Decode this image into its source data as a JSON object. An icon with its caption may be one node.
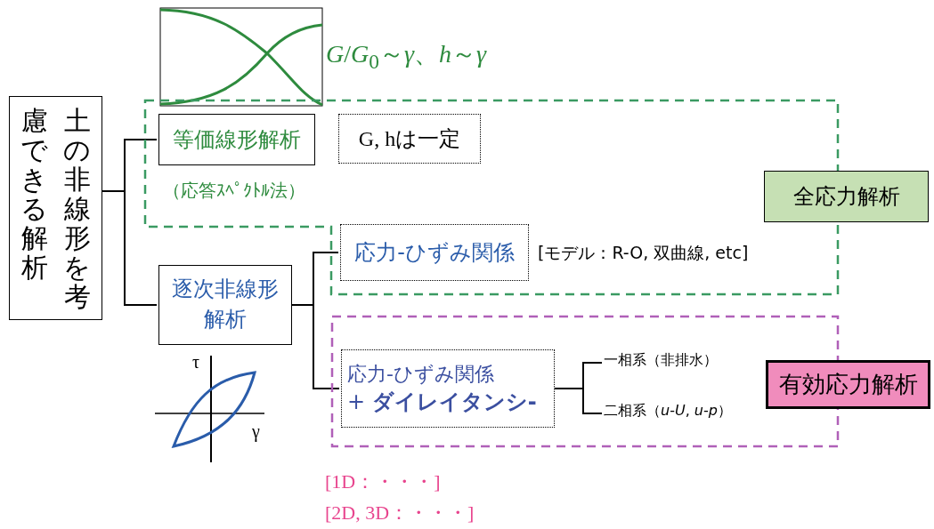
{
  "diagram": {
    "nodes": [
      {
        "text": [
          "土の非線形を考慮できる解析"
        ]
      },
      {
        "text": [],
        "shape": "box"
      },
      {
        "text": [
          "等価線形解析"
        ],
        "in": 1,
        "beside": [
          "（応答ｽﾍﾟｸﾄﾙ法）"
        ]
      },
      {
        "text": [
          "G, hは一定"
        ],
        "in": 1
      },
      {
        "text": [
          "逐次非線形解析"
        ]
      },
      {
        "text": [
          "応力-ひずみ関係"
        ],
        "in": 1
      },
      {
        "text": [],
        "shape": "box"
      },
      {
        "text": [
          "応力-ひずみ関係",
          "+ **ダイレイタンシ-**"
        ],
        "in": 6
      },
      {
        "text": [
          "一相系（非排水）"
        ],
        "in": 6
      },
      {
        "text": [
          "二相系（*u*-*U*, *u*-*p*）"
        ],
        "in": 6
      },
      {
        "text": [
          "全応力解析"
        ]
      },
      {
        "text": [
          "有効応力解析"
        ]
      }
    ],
    "edges": [
      {
        "from": 0,
        "to": 2,
        "arrow": "none"
      },
      {
        "from": 0,
        "to": 4,
        "arrow": "none"
      },
      {
        "from": 4,
        "to": 5,
        "arrow": "none"
      },
      {
        "from": 4,
        "to": 7,
        "arrow": "none"
      },
      {
        "from": 7,
        "to": 8,
        "arrow": "none"
      },
      {
        "from": 7,
        "to": 9,
        "arrow": "none"
      }
    ],
    "labels": [
      "*G*/*G*$_{0}$～*γ*、*h*～*γ*",
      "[モデル：R-O, 双曲線, etc]",
      "τ",
      "γ",
      "[1D：・・・]",
      "[2D, 3D：・・・]"
    ]
  }
}
